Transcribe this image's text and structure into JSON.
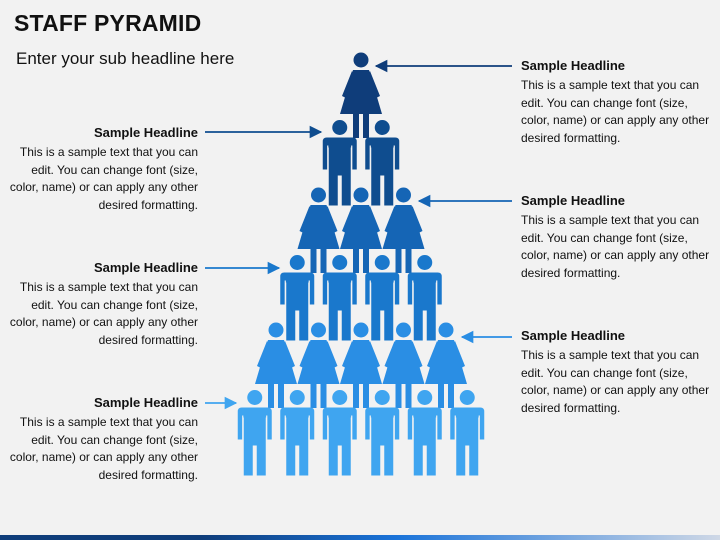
{
  "title": "STAFF PYRAMID",
  "subtitle": "Enter your sub headline here",
  "colors": {
    "tier1": "#0f3d7a",
    "tier2": "#0f4d8f",
    "tier3": "#1565b5",
    "tier4": "#1a78cc",
    "tier5": "#2a8ee4",
    "tier6": "#3fa5f0",
    "text": "#111111",
    "background": "#f2f2f2"
  },
  "pyramid": [
    {
      "figure": "woman",
      "count": 1
    },
    {
      "figure": "man",
      "count": 2
    },
    {
      "figure": "woman",
      "count": 3
    },
    {
      "figure": "man",
      "count": 4
    },
    {
      "figure": "woman",
      "count": 5
    },
    {
      "figure": "man",
      "count": 6
    }
  ],
  "callouts": [
    {
      "side": "right",
      "headline": "Sample Headline",
      "text": "This is a sample text that you can edit. You can change font (size, color, name) or can apply any other desired formatting."
    },
    {
      "side": "left",
      "headline": "Sample Headline",
      "text": "This is a sample text that you can edit. You can change font (size, color, name) or can apply any other desired formatting."
    },
    {
      "side": "right",
      "headline": "Sample Headline",
      "text": "This is a sample text that you can edit. You can change font (size, color, name) or can apply any other desired formatting."
    },
    {
      "side": "left",
      "headline": "Sample Headline",
      "text": "This is a sample text that you can edit. You can change font (size, color, name) or can apply any other desired formatting."
    },
    {
      "side": "right",
      "headline": "Sample Headline",
      "text": "This is a sample text that you can edit. You can change font (size, color, name) or can apply any other desired formatting."
    },
    {
      "side": "left",
      "headline": "Sample Headline",
      "text": "This is a sample text that you can edit. You can change font (size, color, name) or can apply any other desired formatting."
    }
  ]
}
